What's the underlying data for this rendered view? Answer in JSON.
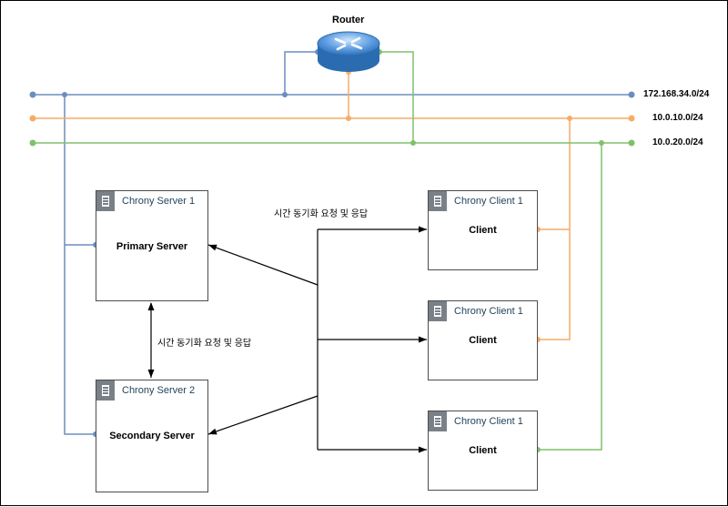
{
  "router": {
    "label": "Router",
    "icon": "router-icon"
  },
  "networks": [
    {
      "label": "172.168.34.0/24",
      "color": "#6c8ebf"
    },
    {
      "label": "10.0.10.0/24",
      "color": "#f5ac69"
    },
    {
      "label": "10.0.20.0/24",
      "color": "#7fc16b"
    }
  ],
  "sync_label_top": "시간 동기화 요청 및 응답",
  "sync_label_mid": "시간 동기화 요청 및 응답",
  "servers": [
    {
      "title": "Chrony Server 1",
      "role": "Primary Server",
      "icon": "server-icon"
    },
    {
      "title": "Chrony Server 2",
      "role": "Secondary Server",
      "icon": "server-icon"
    }
  ],
  "clients": [
    {
      "title": "Chrony Client 1",
      "role": "Client",
      "icon": "server-icon"
    },
    {
      "title": "Chrony Client 1",
      "role": "Client",
      "icon": "server-icon"
    },
    {
      "title": "Chrony Client 1",
      "role": "Client",
      "icon": "server-icon"
    }
  ]
}
